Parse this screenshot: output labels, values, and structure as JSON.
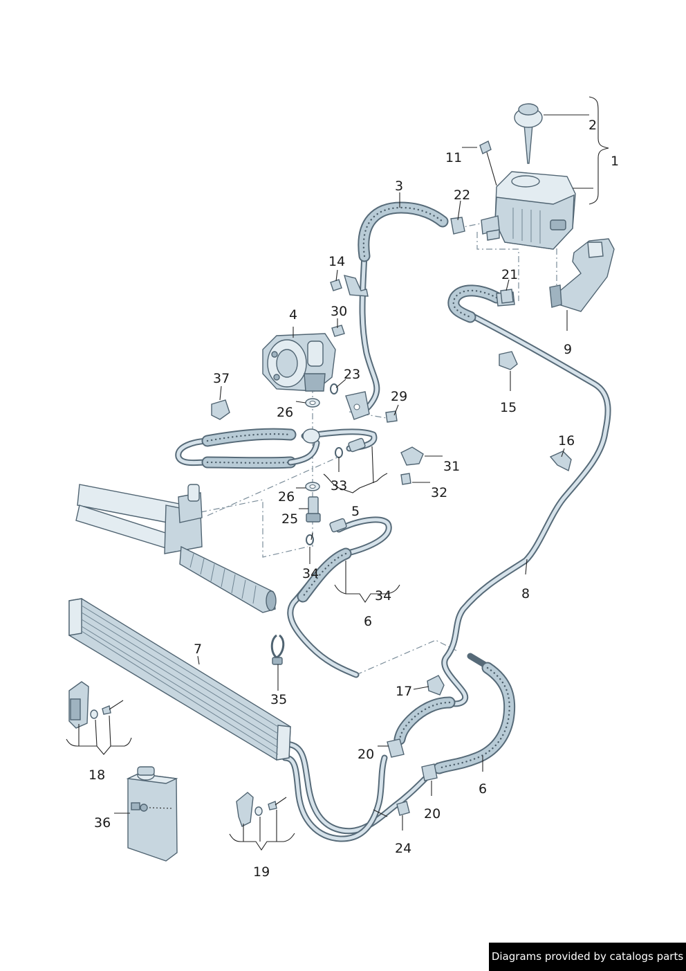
{
  "diagram": {
    "callouts": [
      "1",
      "2",
      "3",
      "4",
      "5",
      "6",
      "6",
      "7",
      "8",
      "9",
      "11",
      "14",
      "15",
      "16",
      "17",
      "18",
      "19",
      "20",
      "20",
      "21",
      "22",
      "23",
      "24",
      "25",
      "26",
      "26",
      "29",
      "30",
      "31",
      "32",
      "33",
      "34",
      "34",
      "35",
      "36",
      "37"
    ]
  },
  "footer": {
    "text": "Diagrams provided by catalogs parts"
  },
  "colors": {
    "line": "#566a78",
    "fill": "#c7d6df",
    "footer_bg": "#000000",
    "footer_text": "#ffffff"
  }
}
